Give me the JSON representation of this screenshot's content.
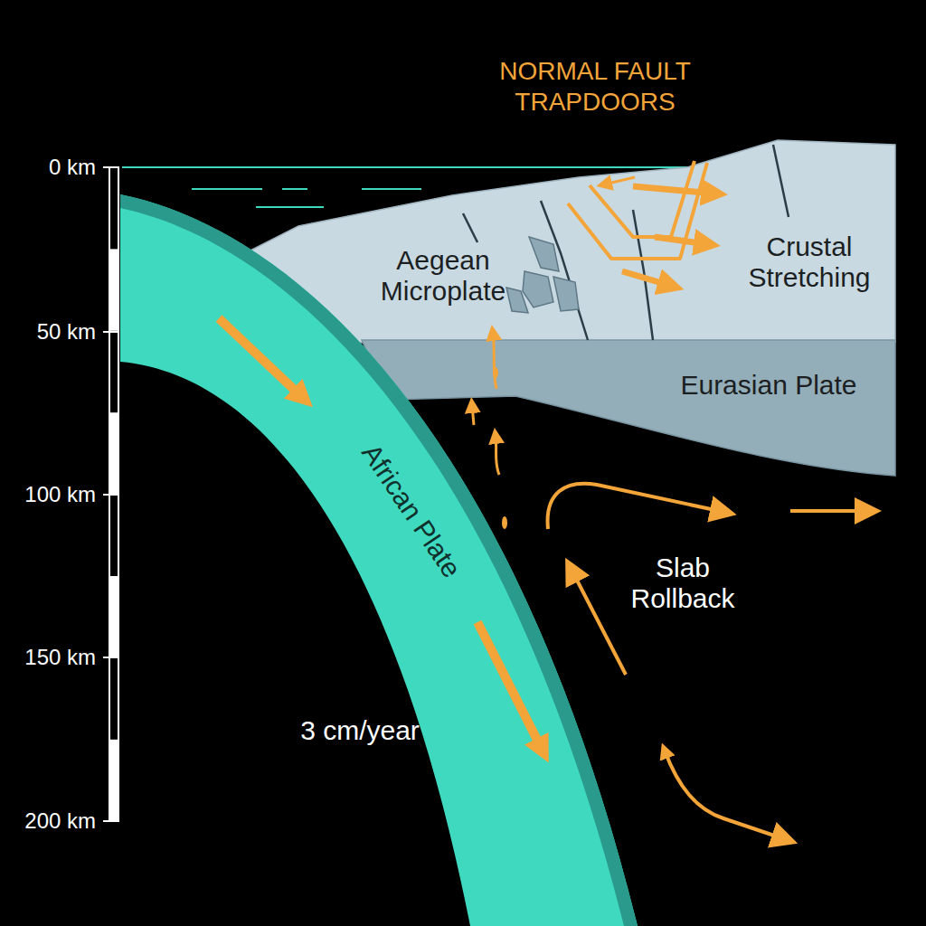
{
  "diagram": {
    "title": "NORMAL FAULT TRAPDOORS",
    "nodes": [
      {
        "text": [
          "Aegean Microplate",
          "Crustal Stretching"
        ]
      },
      {
        "text": [
          "Eurasian Plate"
        ]
      },
      {
        "text": [
          "African Plate"
        ]
      }
    ],
    "labels": [
      "Slab Rollback",
      "3 cm/year",
      "0 km",
      "50 km",
      "100 km",
      "150 km",
      "200 km"
    ]
  }
}
